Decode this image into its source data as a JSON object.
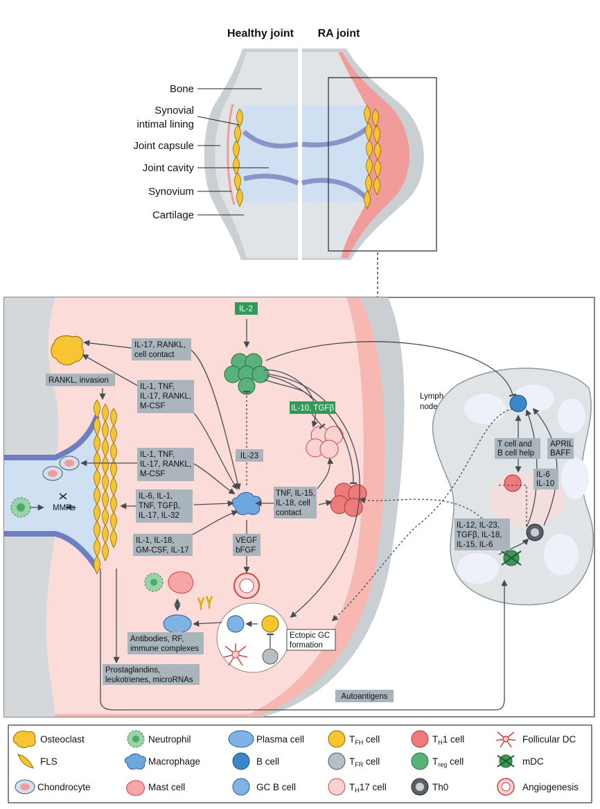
{
  "titles": {
    "healthy": "Healthy joint",
    "ra": "RA joint"
  },
  "anatomy_labels": [
    "Bone",
    "Synovial",
    "intimal lining",
    "Joint capsule",
    "Joint cavity",
    "Synovium",
    "Cartilage"
  ],
  "boxes": {
    "il2": "IL-2",
    "il17_rankl": [
      "IL-17, RANKL,",
      "cell contact"
    ],
    "rankl_invasion": "RANKL, invasion",
    "il1_tnf_mcsf_a": [
      "IL-1, TNF,",
      "IL-17, RANKL,",
      "M-CSF"
    ],
    "il10_tgfb": "IL-10, TGFβ",
    "il23": "IL-23",
    "il1_tnf_mcsf_b": [
      "IL-1, TNF,",
      "IL-17, RANKL,",
      "M-CSF"
    ],
    "il6_list": [
      "IL-6, IL-1,",
      "TNF, TGFβ,",
      "IL-17, IL-32"
    ],
    "tnf_il15": [
      "TNF, IL-15,",
      "IL-18, cell",
      "contact"
    ],
    "il1_il18": [
      "IL-1, IL-18,",
      "GM-CSF, IL-17"
    ],
    "vegf": [
      "VEGF",
      "bFGF"
    ],
    "antibodies": [
      "Antibodies, RF,",
      "immune complexes"
    ],
    "prostaglandins": [
      "Prostaglandins,",
      "leukotrienes, microRNAs"
    ],
    "autoantigens": "Autoantigens",
    "t_b_help": [
      "T cell and",
      "B cell help"
    ],
    "april_baff": [
      "APRIL",
      "BAFF"
    ],
    "il6_il10": [
      "IL-6",
      "IL-10"
    ],
    "il12_list": [
      "IL-12, IL-23,",
      "TGFβ, IL-18,",
      "IL-15, IL-6"
    ]
  },
  "plain_labels": {
    "mmps": "MMPs",
    "lymph_node": [
      "Lymph",
      "node"
    ],
    "ectopic_gc": [
      "Ectopic GC",
      "formation"
    ]
  },
  "legend": [
    {
      "label": "Osteoclast",
      "icon": "osteoclast-icon"
    },
    {
      "label": "Neutrophil",
      "icon": "neutrophil-icon"
    },
    {
      "label": "Plasma cell",
      "icon": "plasma-cell-icon"
    },
    {
      "label": "T",
      "sub": "FH",
      "suffix": " cell",
      "icon": "tfh-cell-icon"
    },
    {
      "label": "T",
      "sub": "H",
      "suffix": "1 cell",
      "icon": "th1-cell-icon"
    },
    {
      "label": "Follicular DC",
      "icon": "follicular-dc-icon"
    },
    {
      "label": "FLS",
      "icon": "fls-icon"
    },
    {
      "label": "Macrophage",
      "icon": "macrophage-icon"
    },
    {
      "label": "B cell",
      "icon": "b-cell-icon"
    },
    {
      "label": "T",
      "sub": "FR",
      "suffix": " cell",
      "icon": "tfr-cell-icon"
    },
    {
      "label": "T",
      "sub": "reg",
      "suffix": " cell",
      "icon": "treg-cell-icon"
    },
    {
      "label": "mDC",
      "icon": "mdc-icon"
    },
    {
      "label": "Chondrocyte",
      "icon": "chondrocyte-icon"
    },
    {
      "label": "Mast cell",
      "icon": "mast-cell-icon"
    },
    {
      "label": "GC B cell",
      "icon": "gc-b-cell-icon"
    },
    {
      "label": "T",
      "sub": "H",
      "suffix": "17 cell",
      "icon": "th17-cell-icon"
    },
    {
      "label": "Th0",
      "icon": "th0-icon"
    },
    {
      "label": "Angiogenesis",
      "icon": "angiogenesis-icon"
    }
  ],
  "colors": {
    "bone": "#e1e4e6",
    "capsule": "#c9cfd3",
    "synovium": "#f29b9b",
    "synovium_light": "#fbdcd8",
    "cavity": "#cfe0f3",
    "cartilage": "#8a94c8",
    "fls": "#f7c531",
    "treg": "#58b27a",
    "th1": "#ee7b7b",
    "bcell": "#3a86c8",
    "box": "#a9b4bc",
    "green_box": "#2e9a55"
  }
}
